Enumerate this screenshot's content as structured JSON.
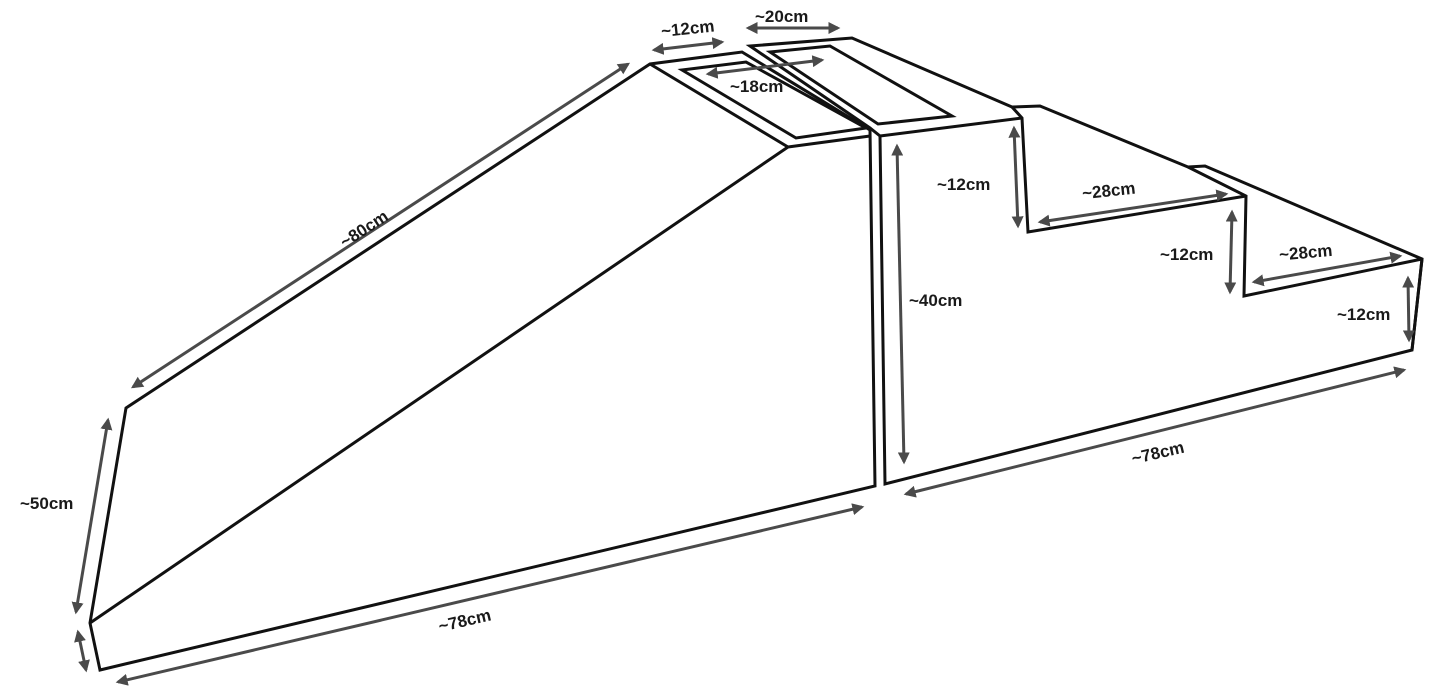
{
  "labels": {
    "slope_length": "~80cm",
    "ramp_height": "~50cm",
    "ramp_base": "~78cm",
    "top_width": "~12cm",
    "top_depth": "~20cm",
    "top_inner": "~18cm",
    "stairs_height": "~40cm",
    "step1_rise": "~12cm",
    "step1_tread": "~28cm",
    "step2_rise": "~12cm",
    "step2_tread": "~28cm",
    "step3_rise": "~12cm",
    "stairs_base": "~78cm"
  },
  "colors": {
    "outline": "#111111",
    "dimension": "#4a4a4a",
    "text": "#1a1a1a"
  }
}
